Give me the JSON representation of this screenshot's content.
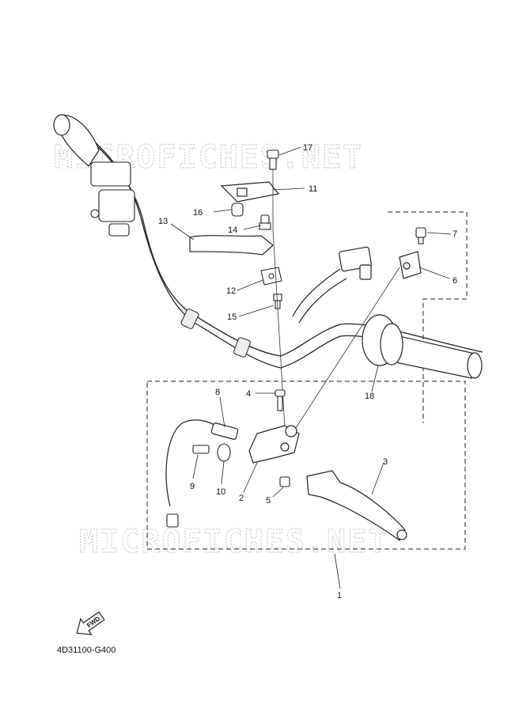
{
  "watermarks": [
    "MICROFICHES.NET",
    "MICROFICHES.NET"
  ],
  "callouts": {
    "c1": "1",
    "c2": "2",
    "c3": "3",
    "c4": "4",
    "c5": "5",
    "c6": "6",
    "c7": "7",
    "c8": "8",
    "c9": "9",
    "c10": "10",
    "c11": "11",
    "c12": "12",
    "c13": "13",
    "c14": "14",
    "c15": "15",
    "c16": "16",
    "c17": "17",
    "c18": "18"
  },
  "fwd_label": "FWD",
  "diagram_code": "4D31100-G400"
}
